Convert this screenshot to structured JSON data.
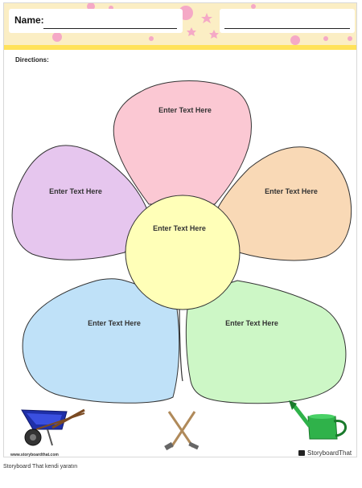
{
  "header": {
    "name_label": "Name:"
  },
  "directions_label": "Directions:",
  "petals": {
    "top": "Enter Text Here",
    "upper_left": "Enter Text Here",
    "upper_right": "Enter Text Here",
    "center": "Enter Text Here",
    "lower_left": "Enter Text Here",
    "lower_right": "Enter Text Here"
  },
  "footer": {
    "url": "www.storyboardthat.com",
    "brand": "StoryboardThat"
  },
  "caption": "Storyboard That kendi yaratın",
  "colors": {
    "header_band": "#fbeec4",
    "header_stripe": "#ffe25a",
    "petal_top": "#fbc8d3",
    "petal_upper_left": "#e6c6ee",
    "petal_upper_right": "#f9d9b6",
    "center": "#ffffb8",
    "petal_lower_left": "#bfe1f8",
    "petal_lower_right": "#cdf7c6"
  },
  "icons": [
    "wheelbarrow-icon",
    "garden-tools-icon",
    "watering-can-icon"
  ]
}
